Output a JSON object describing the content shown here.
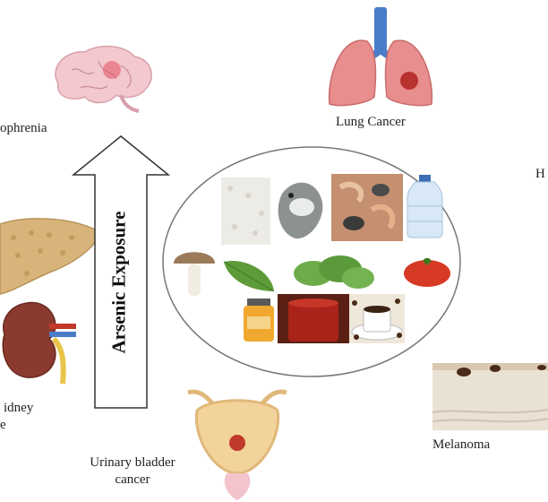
{
  "labels": {
    "schizophrenia": "ophrenia",
    "lung_cancer": "Lung Cancer",
    "h_partial": "H",
    "kidney_line1": "idney",
    "kidney_line2": "e",
    "bladder_line1": "Urinary bladder",
    "bladder_line2": "cancer",
    "melanoma": "Melanoma"
  },
  "arrow": {
    "label": "Arsenic Exposure"
  },
  "sources": [
    "rice",
    "fish",
    "seafood",
    "water-bottle",
    "mushroom",
    "leaf",
    "leafy-greens",
    "tomato",
    "honey-jar",
    "tea",
    "coffee"
  ],
  "colors": {
    "brain": "#f3c9cf",
    "lung": "#e88e8e",
    "trachea": "#4a7cc9",
    "liver": "#d9b47a",
    "kidney": "#8a3a2e",
    "bladder": "#f2d39a",
    "skin": "#e9e1d3",
    "tumor": "#c0392b"
  }
}
